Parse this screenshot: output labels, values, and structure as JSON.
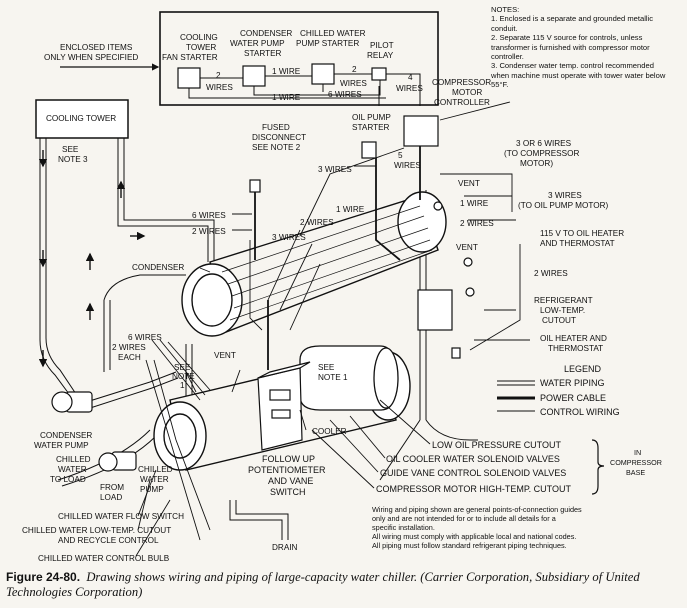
{
  "labels": {
    "enclosed_items": [
      "ENCLOSED ITEMS",
      "ONLY WHEN SPECIFIED"
    ],
    "cooling_tower_fan_starter": [
      "COOLING",
      "TOWER",
      "FAN STARTER"
    ],
    "condenser_water_pump_starter": [
      "CONDENSER",
      "WATER PUMP",
      "STARTER"
    ],
    "chilled_water_pump_starter": [
      "CHILLED WATER",
      "PUMP STARTER"
    ],
    "pilot_relay": [
      "PILOT",
      "RELAY"
    ],
    "starter_box_wires": [
      "2",
      "WIRES",
      "1 WIRE",
      "2",
      "WIRES",
      "1 WIRE",
      "6 WIRES",
      "4",
      "WIRES"
    ],
    "cooling_tower": "COOLING TOWER",
    "see_note_3": [
      "SEE",
      "NOTE 3"
    ],
    "fused_disconnect": [
      "FUSED",
      "DISCONNECT",
      "SEE NOTE 2"
    ],
    "compressor_motor_controller": [
      "COMPRESSOR",
      "MOTOR",
      "CONTROLLER"
    ],
    "oil_pump_starter": [
      "OIL PUMP",
      "STARTER"
    ],
    "five_wires": [
      "5",
      "WIRES"
    ],
    "three_wires": "3 WIRES",
    "three_or_six_wires": [
      "3 OR 6 WIRES",
      "(TO COMPRESSOR",
      "MOTOR)"
    ],
    "vent_top": "VENT",
    "one_wire_right": "1 WIRE",
    "two_wires_right": "2 WIRES",
    "three_wires_oil_pump": [
      "3 WIRES",
      "(TO OIL PUMP MOTOR)"
    ],
    "six_wires_left": "6 WIRES",
    "two_wires_left": "2 WIRES",
    "one_wire_mid": "1 WIRE",
    "two_wires_mid": "2 WIRES",
    "three_wires_mid": "3 WIRES",
    "vent_right": "VENT",
    "oil_heater_thermostat_115v": [
      "115 V TO OIL HEATER",
      "AND THERMOSTAT"
    ],
    "two_wires_far_right": "2 WIRES",
    "condenser": "CONDENSER",
    "refrigerant_cutout": [
      "REFRIGERANT",
      "LOW-TEMP.",
      "CUTOUT"
    ],
    "oil_heater_and_thermostat": [
      "OIL HEATER AND",
      "THERMOSTAT"
    ],
    "six_wires_2_each": [
      "6 WIRES",
      "2 WIRES",
      "EACH"
    ],
    "vent_lower": "VENT",
    "see_note_lower": [
      "SEE",
      "NOTE",
      "1"
    ],
    "see_note_1": [
      "SEE",
      "NOTE 1"
    ],
    "cooler": "COOLER",
    "condenser_water_pump": [
      "CONDENSER",
      "WATER PUMP"
    ],
    "chilled_water_to_load": [
      "CHILLED",
      "WATER",
      "TO LOAD"
    ],
    "from_load": [
      "FROM",
      "LOAD"
    ],
    "chilled_water_pump": [
      "CHILLED",
      "WATER",
      "PUMP"
    ],
    "follow_up": [
      "FOLLOW UP",
      "POTENTIOMETER",
      "AND VANE",
      "SWITCH"
    ],
    "flow_switch": "CHILLED WATER FLOW SWITCH",
    "low_temp_cutout": [
      "CHILLED WATER LOW-TEMP.  CUTOUT",
      "AND RECYCLE CONTROL"
    ],
    "control_bulb": "CHILLED WATER CONTROL BULB",
    "drain": "DRAIN",
    "low_oil_pressure": "LOW OIL PRESSURE CUTOUT",
    "oil_cooler_valves": "OIL COOLER WATER SOLENOID VALVES",
    "guide_vane_valves": "GUIDE VANE CONTROL SOLENOID VALVES",
    "motor_high_temp": "COMPRESSOR MOTOR HIGH-TEMP. CUTOUT",
    "in_compressor_base": [
      "IN",
      "COMPRESSOR",
      "BASE"
    ]
  },
  "legend": {
    "title": "LEGEND",
    "items": [
      "WATER PIPING",
      "POWER CABLE",
      "CONTROL WIRING"
    ]
  },
  "notes": {
    "title": "NOTES:",
    "items": [
      "1. Enclosed is a separate and grounded metallic conduit.",
      "2. Separate 115 V source for controls, unless transformer is furnished with compressor motor controller.",
      "3. Condenser water temp. control recommended when machine must operate with tower water below 55°F."
    ]
  },
  "disclaimer": [
    "Wiring and piping shown are general points-of-connection guides",
    "only and are not intended for or to include all details for a",
    "specific installation.",
    "All wiring must comply with applicable local and national codes.",
    "All piping must follow standard refrigerant piping techniques."
  ],
  "caption": {
    "figure": "Figure 24-80.",
    "text": "Drawing shows wiring and piping of large-capacity water chiller. (Carrier Corporation, Subsidiary of United Technologies Corporation)"
  }
}
